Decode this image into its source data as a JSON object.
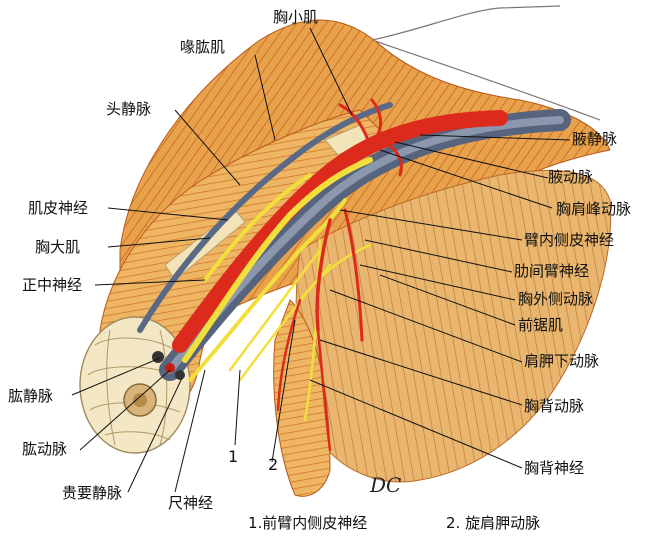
{
  "labels": {
    "pectoralis_minor": "胸小肌",
    "coracobrachialis": "喙肱肌",
    "cephalic_vein": "头静脉",
    "musculocutaneous_nerve": "肌皮神经",
    "pectoralis_major": "胸大肌",
    "median_nerve": "正中神经",
    "brachial_vein": "肱静脉",
    "brachial_artery": "肱动脉",
    "basilic_vein": "贵要静脉",
    "ulnar_nerve": "尺神经",
    "axillary_vein": "腋静脉",
    "axillary_artery": "腋动脉",
    "thoracoacromial_artery": "胸肩峰动脉",
    "medial_brachial_cutaneous_nerve": "臂内侧皮神经",
    "intercostobrachial_nerve": "肋间臂神经",
    "lateral_thoracic_artery": "胸外侧动脉",
    "serratus_anterior": "前锯肌",
    "subscapular_artery": "肩胛下动脉",
    "thoracodorsal_artery": "胸背动脉",
    "thoracodorsal_nerve": "胸背神经"
  },
  "markers": {
    "one": "1",
    "two": "2"
  },
  "legend": {
    "item1": "1.前臂内侧皮神经",
    "item2": "2. 旋肩胛动脉"
  },
  "signature": "DC",
  "colors": {
    "muscle": "#e8a04a",
    "muscle_dark": "#c9651f",
    "artery": "#e0281c",
    "vein": "#5a6a86",
    "nerve": "#f2df3c",
    "tendon": "#f2e6c4"
  }
}
